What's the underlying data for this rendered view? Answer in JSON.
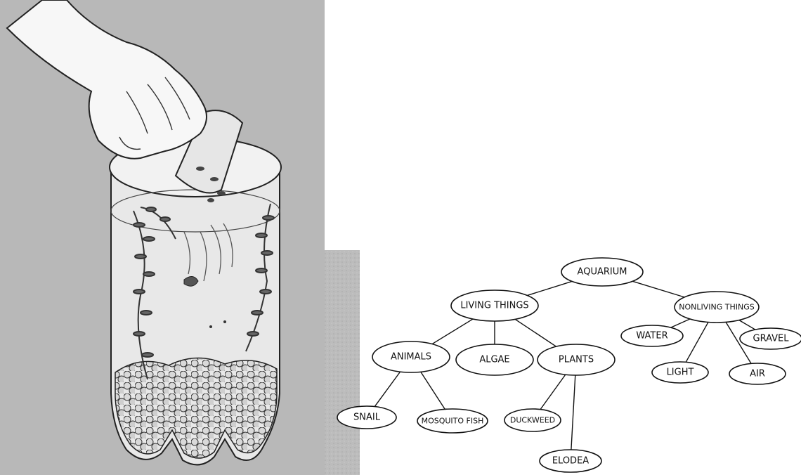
{
  "illustration": {
    "subject": "hand pouring water with small fish from a cup into a bottle aquarium with gravel and plants",
    "background_color": "#b8b8b8",
    "ink_color": "#222222"
  },
  "concept_map": {
    "nodes": [
      {
        "id": "aquarium",
        "label": "AQUARIUM"
      },
      {
        "id": "living",
        "label": "LIVING THINGS"
      },
      {
        "id": "nonliving",
        "label": "NONLIVING THINGS"
      },
      {
        "id": "animals",
        "label": "ANIMALS"
      },
      {
        "id": "algae",
        "label": "ALGAE"
      },
      {
        "id": "plants",
        "label": "PLANTS"
      },
      {
        "id": "water",
        "label": "WATER"
      },
      {
        "id": "gravel",
        "label": "GRAVEL"
      },
      {
        "id": "light",
        "label": "LIGHT"
      },
      {
        "id": "air",
        "label": "AIR"
      },
      {
        "id": "snail",
        "label": "SNAIL"
      },
      {
        "id": "mosquito",
        "label": "MOSQUITO FISH"
      },
      {
        "id": "duckweed",
        "label": "DUCKWEED"
      },
      {
        "id": "elodea",
        "label": "ELODEA"
      }
    ],
    "edges": [
      [
        "aquarium",
        "living"
      ],
      [
        "aquarium",
        "nonliving"
      ],
      [
        "living",
        "animals"
      ],
      [
        "living",
        "algae"
      ],
      [
        "living",
        "plants"
      ],
      [
        "nonliving",
        "water"
      ],
      [
        "nonliving",
        "gravel"
      ],
      [
        "nonliving",
        "light"
      ],
      [
        "nonliving",
        "air"
      ],
      [
        "animals",
        "snail"
      ],
      [
        "animals",
        "mosquito"
      ],
      [
        "plants",
        "duckweed"
      ],
      [
        "plants",
        "elodea"
      ]
    ]
  }
}
